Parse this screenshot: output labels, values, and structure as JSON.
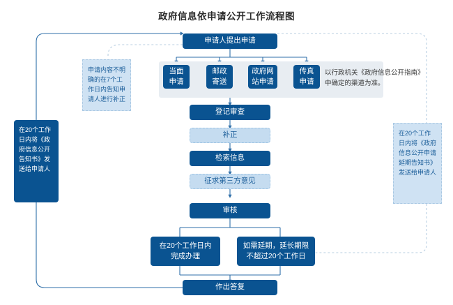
{
  "title": "政府信息依申请公开工作流程图",
  "colors": {
    "primary": "#0a5391",
    "light_node": "#c5dcf0",
    "light_node_text": "#1a5d99",
    "panel_bg": "#e8edf2",
    "note_bg": "#cfe2f3",
    "connector": "#2f6fa8",
    "dashed": "#b9cfe2"
  },
  "flow": {
    "start": {
      "label": "申请人提出申请"
    },
    "channels": [
      {
        "label": "当面\n申请"
      },
      {
        "label": "邮政\n寄送"
      },
      {
        "label": "政府网\n站申请"
      },
      {
        "label": "传真\n申请"
      }
    ],
    "channel_annotation": "以行政机关《政府信息公开指南》\n中确定的渠道为准。",
    "steps": [
      {
        "label": "登记审查",
        "style": "dark"
      },
      {
        "label": "补正",
        "style": "light"
      },
      {
        "label": "检索信息",
        "style": "dark"
      },
      {
        "label": "征求第三方意见",
        "style": "light"
      },
      {
        "label": "审核",
        "style": "dark"
      }
    ],
    "branches": [
      {
        "label": "在20个工作日内\n完成办理"
      },
      {
        "label": "如需延期，延长期限\n不超过20个工作日"
      }
    ],
    "end": {
      "label": "作出答复"
    }
  },
  "notes": {
    "correction": "申请内容不明确的在7个工作日内告知申请人进行补正",
    "left_callout": "在20个工作日内将《政府信息公开告知书》发送给申请人",
    "right_callout": "在20个工作日内将《政府信息公开申请延期告知书》发送给申请人"
  }
}
